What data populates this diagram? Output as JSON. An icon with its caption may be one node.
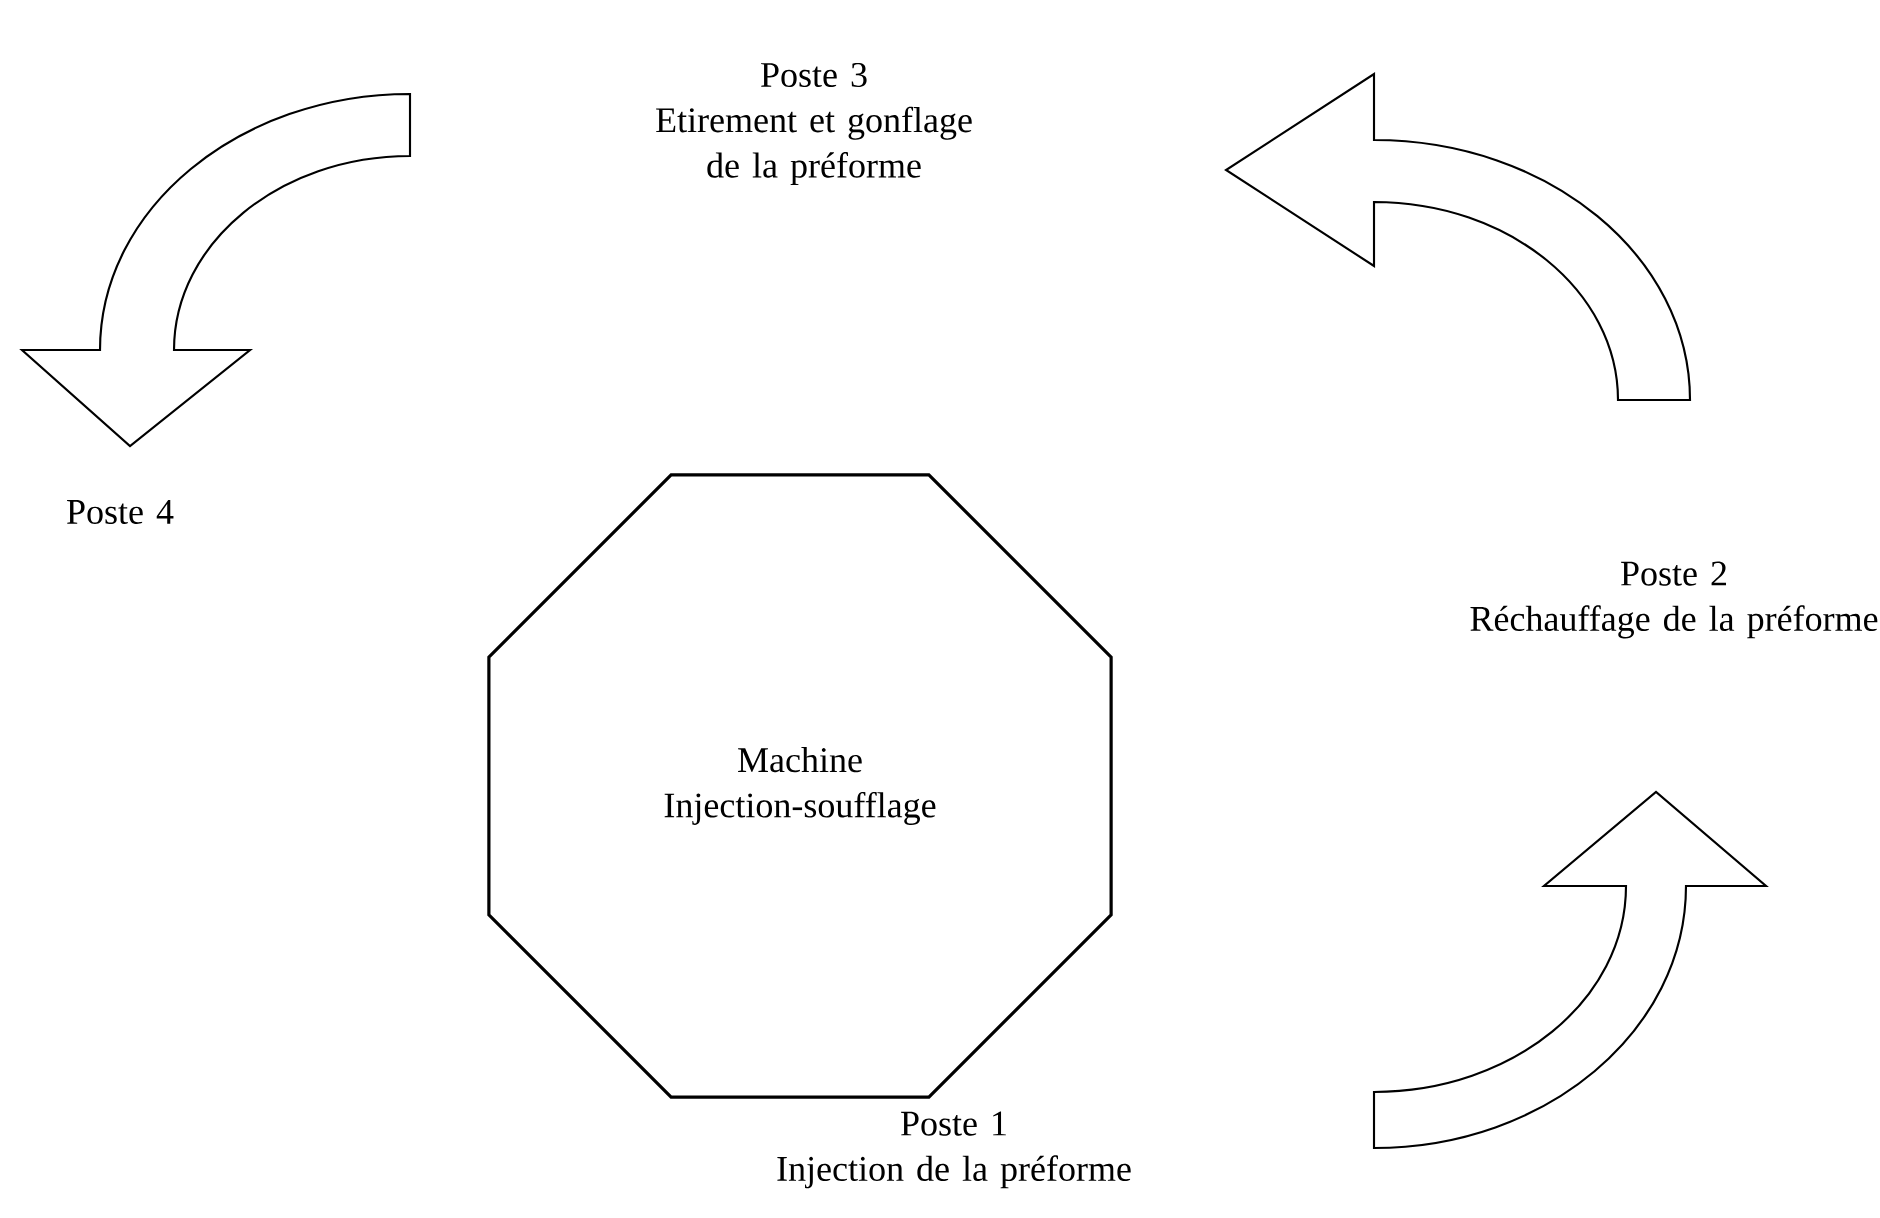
{
  "diagram": {
    "nodes": [
      {
        "text": [
          "Machine",
          "Injection-soufflage"
        ]
      },
      {
        "text": [
          "Poste 1",
          "Injection de la préforme"
        ]
      },
      {
        "text": [
          "Poste 2",
          "Réchauffage de la préforme"
        ]
      },
      {
        "text": [
          "Poste 3",
          "Etirement et gonflage de la préforme"
        ]
      },
      {
        "text": [
          "Poste 4"
        ]
      }
    ],
    "edges": [
      {
        "from": 1,
        "to": 2,
        "arrow": "to"
      },
      {
        "from": 2,
        "to": 3,
        "arrow": "to"
      },
      {
        "from": 3,
        "to": 4,
        "arrow": "to"
      }
    ]
  }
}
